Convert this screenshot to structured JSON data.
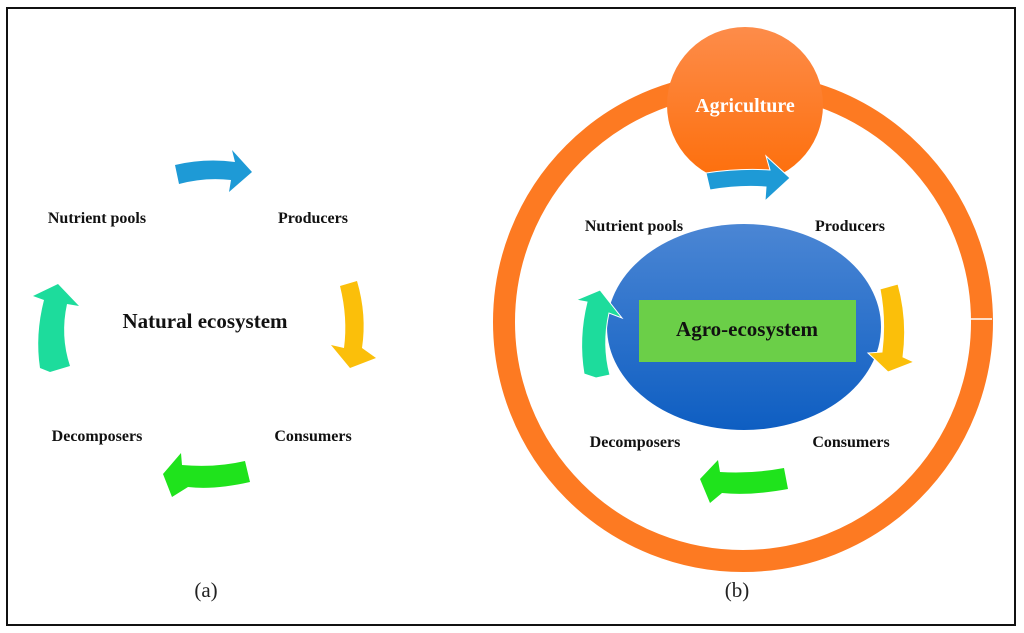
{
  "panel_a": {
    "center_label": "Natural ecosystem",
    "nodes": [
      "Nutrient pools",
      "Producers",
      "Consumers",
      "Decomposers"
    ],
    "caption": "(a)",
    "arrow_colors": {
      "top": "#1e9ad6",
      "right": "#fbbf0a",
      "bottom": "#1fe31c",
      "left": "#1ddc9c"
    }
  },
  "panel_b": {
    "outer_label": "Agriculture",
    "center_label": "Agro-ecosystem",
    "nodes": [
      "Nutrient pools",
      "Producers",
      "Consumers",
      "Decomposers"
    ],
    "caption": "(b)",
    "colors": {
      "ring": "#fd7a22",
      "ellipse": "#1866c8",
      "box": "#6bcf48"
    }
  }
}
